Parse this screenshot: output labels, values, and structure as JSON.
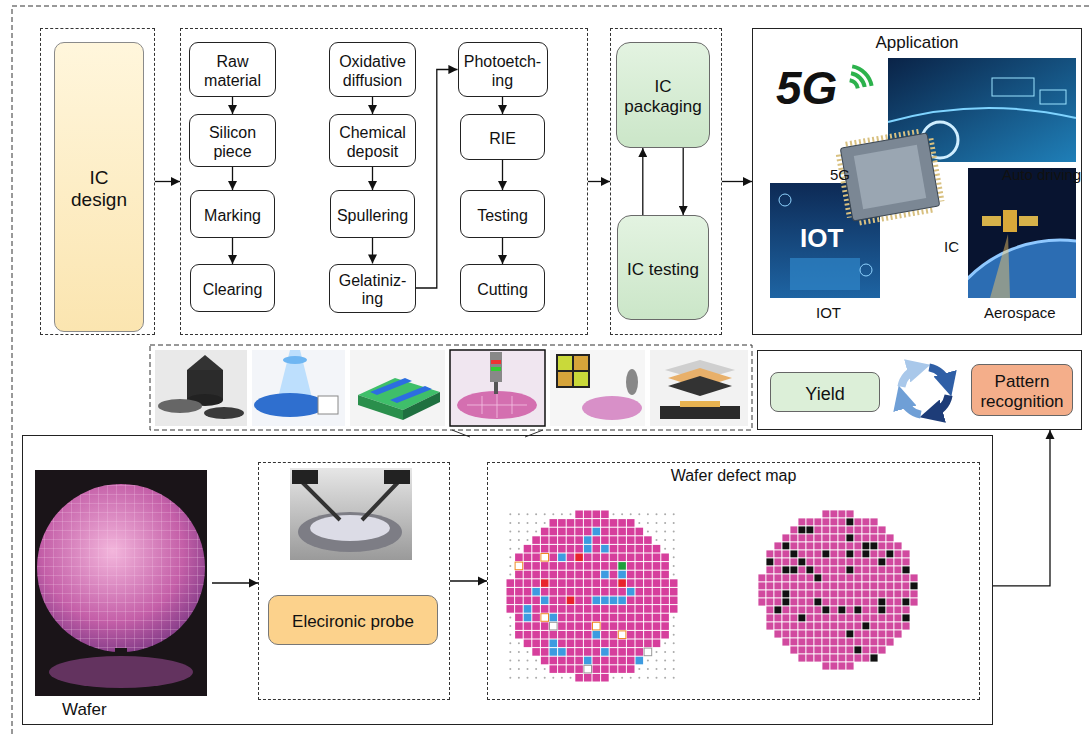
{
  "diagram": {
    "nodes": [
      {
        "text": []
      },
      {
        "text": [
          "IC design"
        ],
        "in": 0
      },
      {
        "text": []
      },
      {
        "text": [
          "Raw material"
        ],
        "in": 2
      },
      {
        "text": [
          "Silicon piece"
        ],
        "in": 2
      },
      {
        "text": [
          "Marking"
        ],
        "in": 2
      },
      {
        "text": [
          "Clearing"
        ],
        "in": 2
      },
      {
        "text": [
          "Oxidative diffusion"
        ],
        "in": 2
      },
      {
        "text": [
          "Chemical deposit"
        ],
        "in": 2
      },
      {
        "text": [
          "Spullering"
        ],
        "in": 2
      },
      {
        "text": [
          "Gelatiniz- ing"
        ],
        "in": 2
      },
      {
        "text": [
          "Photoetch- ing"
        ],
        "in": 2
      },
      {
        "text": [
          "RIE"
        ],
        "in": 2
      },
      {
        "text": [
          "Testing"
        ],
        "in": 2
      },
      {
        "text": [
          "Cutting"
        ],
        "in": 2
      },
      {
        "text": []
      },
      {
        "text": [
          "IC packaging"
        ],
        "in": 15
      },
      {
        "text": [
          "IC testing"
        ],
        "in": 15
      },
      {
        "text": [
          "Application"
        ]
      },
      {
        "text": []
      },
      {
        "text": [
          "Yield"
        ],
        "in": 19
      },
      {
        "text": [
          "Pattern recognition"
        ],
        "in": 19
      },
      {
        "text": []
      },
      {
        "text": [
          "Wafer"
        ],
        "in": 22
      },
      {
        "text": [],
        "in": 22
      },
      {
        "text": [
          "Elecironic probe"
        ],
        "in": 24
      },
      {
        "text": [
          "Wafer defect map"
        ],
        "in": 22
      }
    ],
    "edges": [
      {
        "from": 0,
        "to": 2,
        "arrow": "to"
      },
      {
        "from": 3,
        "to": 4,
        "arrow": "to"
      },
      {
        "from": 4,
        "to": 5,
        "arrow": "to"
      },
      {
        "from": 5,
        "to": 6,
        "arrow": "to"
      },
      {
        "from": 7,
        "to": 8,
        "arrow": "to"
      },
      {
        "from": 8,
        "to": 9,
        "arrow": "to"
      },
      {
        "from": 9,
        "to": 10,
        "arrow": "to"
      },
      {
        "from": 10,
        "to": 11,
        "arrow": "to"
      },
      {
        "from": 11,
        "to": 12,
        "arrow": "to"
      },
      {
        "from": 12,
        "to": 13,
        "arrow": "to"
      },
      {
        "from": 13,
        "to": 14,
        "arrow": "to"
      },
      {
        "from": 2,
        "to": 15,
        "arrow": "to"
      },
      {
        "from": 16,
        "to": 17,
        "arrow": "to"
      },
      {
        "from": 17,
        "to": 16,
        "arrow": "to"
      },
      {
        "from": 15,
        "to": 18,
        "arrow": "to"
      },
      {
        "from": 23,
        "to": 24,
        "arrow": "to"
      },
      {
        "from": 24,
        "to": 26,
        "arrow": "to"
      },
      {
        "from": 22,
        "to": 19,
        "arrow": "to"
      }
    ],
    "labels": [
      "5G",
      "5G",
      "Auto driving",
      "IC",
      "IOT",
      "IOT",
      "Aerospace"
    ]
  }
}
